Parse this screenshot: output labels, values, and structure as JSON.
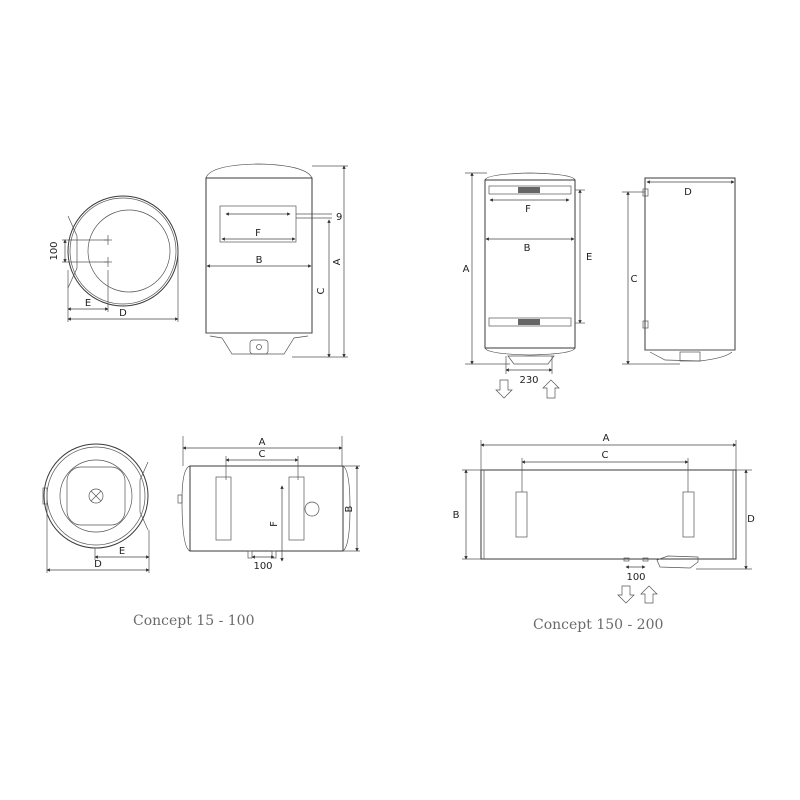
{
  "captions": {
    "small": "Concept 15 - 100",
    "large": "Concept 150 - 200"
  },
  "labels": {
    "A": "A",
    "B": "B",
    "C": "C",
    "D": "D",
    "E": "E",
    "F": "F",
    "g": "9",
    "dim_100": "100",
    "dim_230": "230"
  },
  "colors": {
    "line": "#3a3a3a",
    "caption": "#6a6a6a",
    "background": "#ffffff"
  }
}
